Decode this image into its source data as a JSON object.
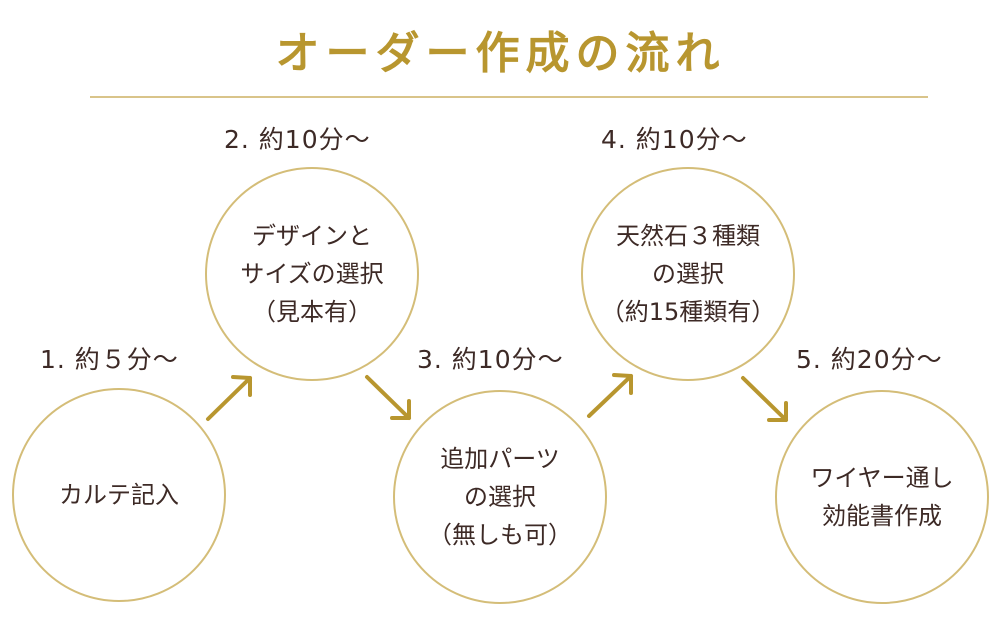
{
  "title": "オーダー作成の流れ",
  "colors": {
    "accent": "#b8962f",
    "circle_border": "#d4bd78",
    "text": "#3d2a26"
  },
  "steps": [
    {
      "label": "1. 約５分〜",
      "text": "カルテ記入"
    },
    {
      "label": "2. 約10分〜",
      "text": "デザインと\nサイズの選択\n（見本有）"
    },
    {
      "label": "3. 約10分〜",
      "text": "追加パーツ\nの選択\n（無しも可）"
    },
    {
      "label": "4. 約10分〜",
      "text": "天然石３種類\nの選択\n（約15種類有）"
    },
    {
      "label": "5. 約20分〜",
      "text": "ワイヤー通し\n効能書作成"
    }
  ]
}
